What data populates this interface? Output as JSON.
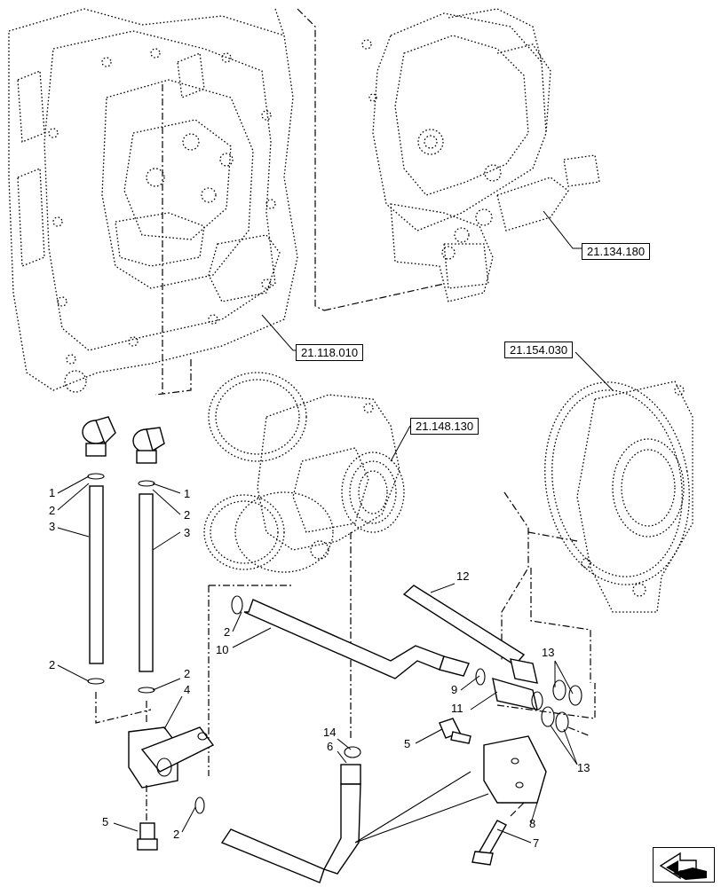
{
  "references": {
    "ref_134": "21.134.180",
    "ref_118": "21.118.010",
    "ref_154": "21.154.030",
    "ref_148": "21.148.130"
  },
  "callouts": {
    "c1_left": "1",
    "c1_right": "1",
    "c2_left_top": "2",
    "c2_right_top": "2",
    "c3_left": "3",
    "c3_right": "3",
    "c2_left_mid": "2",
    "c2_right_mid": "2",
    "c4": "4",
    "c5_bottom": "5",
    "c2_bottom": "2",
    "c2_tube": "2",
    "c10": "10",
    "c12": "12",
    "c9": "9",
    "c11": "11",
    "c13_top": "13",
    "c13_bottom": "13",
    "c14": "14",
    "c6": "6",
    "c5_right": "5",
    "c8": "8",
    "c7": "7"
  },
  "icons": {
    "nav": "page-navigation-arrow-icon"
  }
}
